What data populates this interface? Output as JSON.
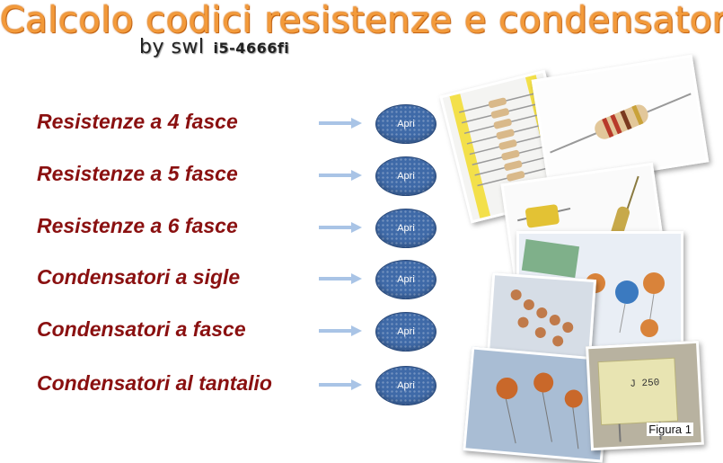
{
  "header": {
    "title": "Calcolo codici resistenze e condensatori",
    "byline": "by swl",
    "callsign": "i5-4666fi"
  },
  "menu": {
    "button_label": "Apri",
    "items": [
      {
        "label": "Resistenze a 4 fasce"
      },
      {
        "label": "Resistenze a 5 fasce"
      },
      {
        "label": "Resistenze a 6 fasce"
      },
      {
        "label": "Condensatori a sigle"
      },
      {
        "label": "Condensatori a fasce"
      },
      {
        "label": "Condensatori al tantalio"
      }
    ]
  },
  "figure": {
    "caption": "Figura 1",
    "capacitor_marking": "J 250"
  },
  "colors": {
    "title": "#f39a3a",
    "label": "#8a1010",
    "button": "#3f6aa8",
    "arrow": "#a9c4e6"
  }
}
